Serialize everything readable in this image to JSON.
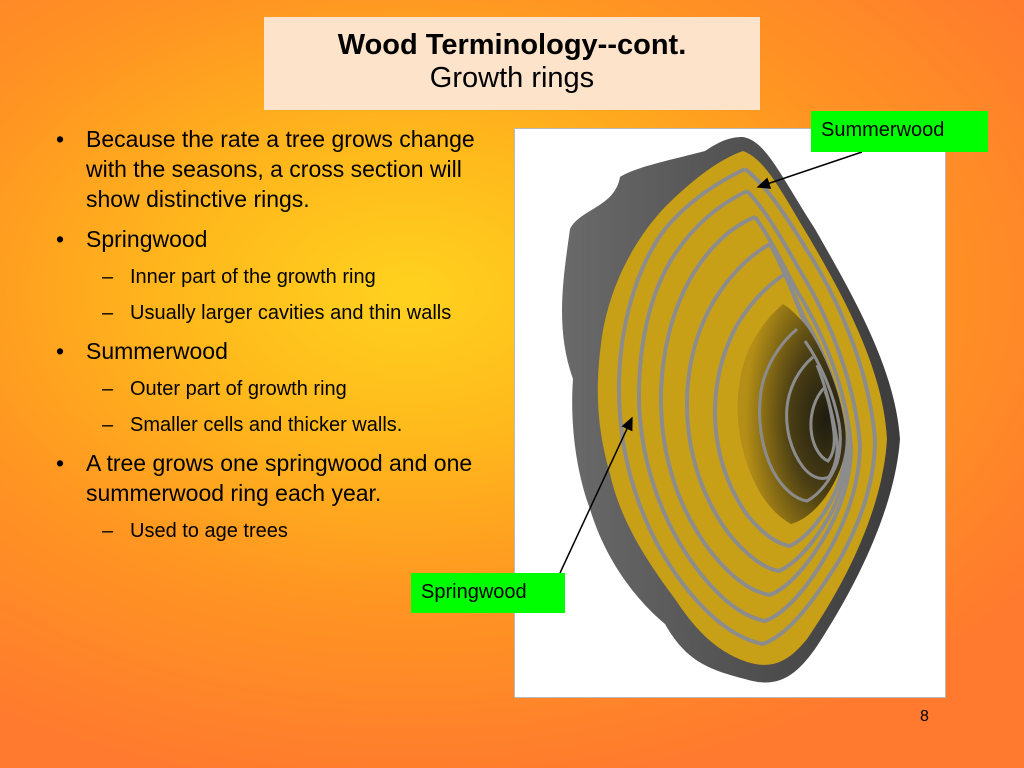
{
  "slide": {
    "title": "Wood Terminology--cont.",
    "subtitle": "Growth rings",
    "page_number": "8"
  },
  "bullets": [
    {
      "text": "Because the rate a tree grows change with the seasons, a cross section will show distinctive rings.",
      "sub": []
    },
    {
      "text": "Springwood",
      "sub": [
        "Inner part of the growth ring",
        "Usually larger cavities and thin walls"
      ]
    },
    {
      "text": "Summerwood",
      "sub": [
        "Outer part of growth ring",
        "Smaller cells and thicker walls."
      ]
    },
    {
      "text": "A tree grows one springwood and one summerwood ring each year.",
      "sub": [
        "Used to age trees"
      ]
    }
  ],
  "figure": {
    "labels": {
      "summerwood": "Summerwood",
      "springwood": "Springwood"
    },
    "colors": {
      "bark": "#5c5c5c",
      "springwood": "#c8a018",
      "summerwood_ring": "#8c8c8c",
      "heart": "#2e2a1a",
      "label_bg": "#00ff00"
    }
  },
  "colors": {
    "title_bg": "#fde3c9",
    "background_center": "#ffd21e",
    "background_edge": "#ff7a2e"
  }
}
